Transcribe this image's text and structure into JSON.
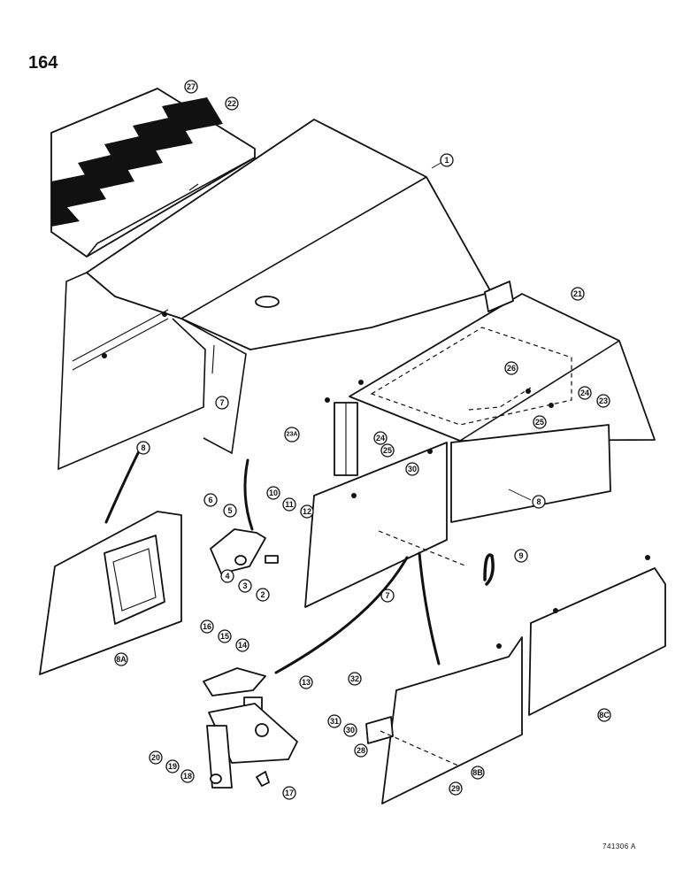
{
  "page": {
    "number": "164",
    "drawing_code": "741306 A"
  },
  "callouts": [
    "1",
    "2",
    "3",
    "4",
    "5",
    "6",
    "7",
    "7",
    "8",
    "8",
    "8A",
    "8B",
    "8C",
    "9",
    "10",
    "11",
    "12",
    "13",
    "14",
    "15",
    "16",
    "17",
    "18",
    "19",
    "20",
    "21",
    "22",
    "23",
    "24",
    "24",
    "25",
    "25",
    "26",
    "27",
    "28",
    "29",
    "30",
    "30",
    "31",
    "32",
    "23A"
  ]
}
